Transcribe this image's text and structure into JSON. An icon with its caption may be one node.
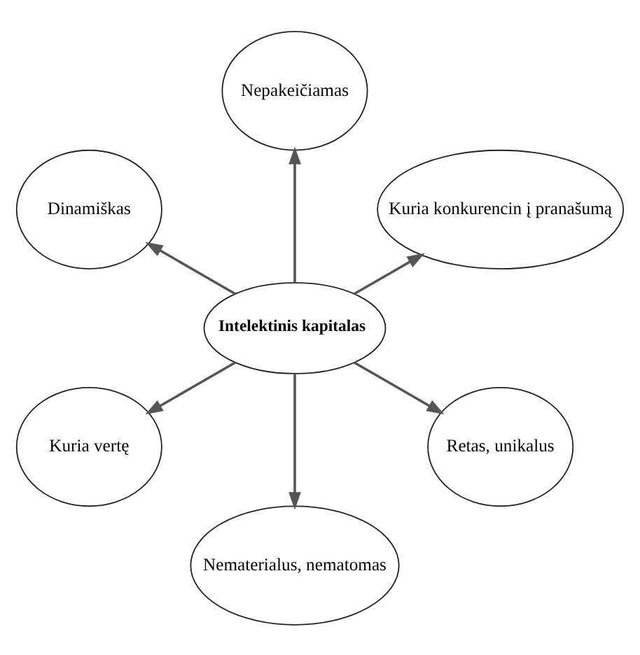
{
  "diagram": {
    "nodes": [
      {
        "text": [
          "Intelektinis kapitalas"
        ]
      },
      {
        "text": [
          "Kuria konkurencin į pranašumą"
        ]
      },
      {
        "text": [
          "Nepakeičiamas"
        ]
      },
      {
        "text": [
          "Dinamiškas"
        ]
      },
      {
        "text": [
          "Kuria vertę"
        ]
      },
      {
        "text": [
          "Nematerialus, nematomas"
        ]
      },
      {
        "text": [
          "Retas, unikalus"
        ]
      }
    ],
    "edges": [
      {
        "from": 0,
        "to": 1,
        "arrow": "to"
      },
      {
        "from": 0,
        "to": 2,
        "arrow": "to"
      },
      {
        "from": 0,
        "to": 3,
        "arrow": "to"
      },
      {
        "from": 0,
        "to": 4,
        "arrow": "to"
      },
      {
        "from": 0,
        "to": 5,
        "arrow": "to"
      },
      {
        "from": 0,
        "to": 6,
        "arrow": "to"
      }
    ]
  }
}
